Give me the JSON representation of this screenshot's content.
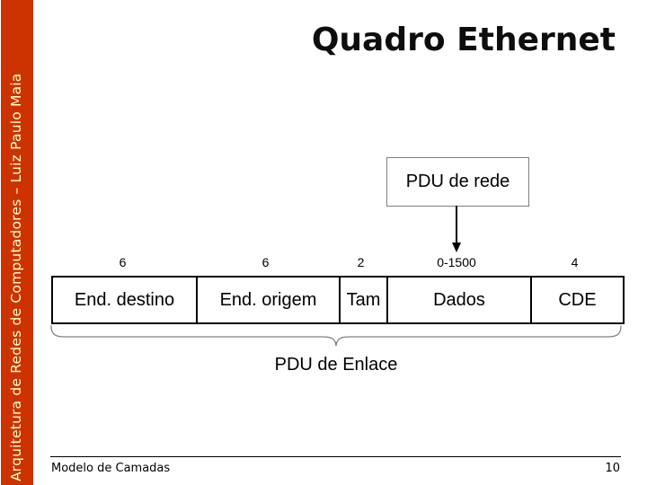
{
  "slide": {
    "title": "Quadro Ethernet",
    "sidebar_text": "Arquitetura de Redes de Computadores – Luiz Paulo Maia",
    "footer": {
      "left": "Modelo de Camadas",
      "page_number": "10"
    }
  },
  "diagram": {
    "pdu_rede_label": "PDU de rede",
    "pdu_enlace_label": "PDU de Enlace",
    "fields": [
      {
        "name": "End. destino",
        "size": "6",
        "rel_width": 159
      },
      {
        "name": "End. origem",
        "size": "6",
        "rel_width": 159
      },
      {
        "name": "Tam",
        "size": "2",
        "rel_width": 53
      },
      {
        "name": "Dados",
        "size": "0-1500",
        "rel_width": 160
      },
      {
        "name": "CDE",
        "size": "4",
        "rel_width": 103
      }
    ]
  },
  "colors": {
    "sidebar_bg": "#CC3300",
    "sidebar_text": "#FFFFCC",
    "title_text": "#0d0d0d",
    "box_border": "#7f7f7f",
    "table_border": "#000000",
    "brace_stroke": "#808080"
  }
}
